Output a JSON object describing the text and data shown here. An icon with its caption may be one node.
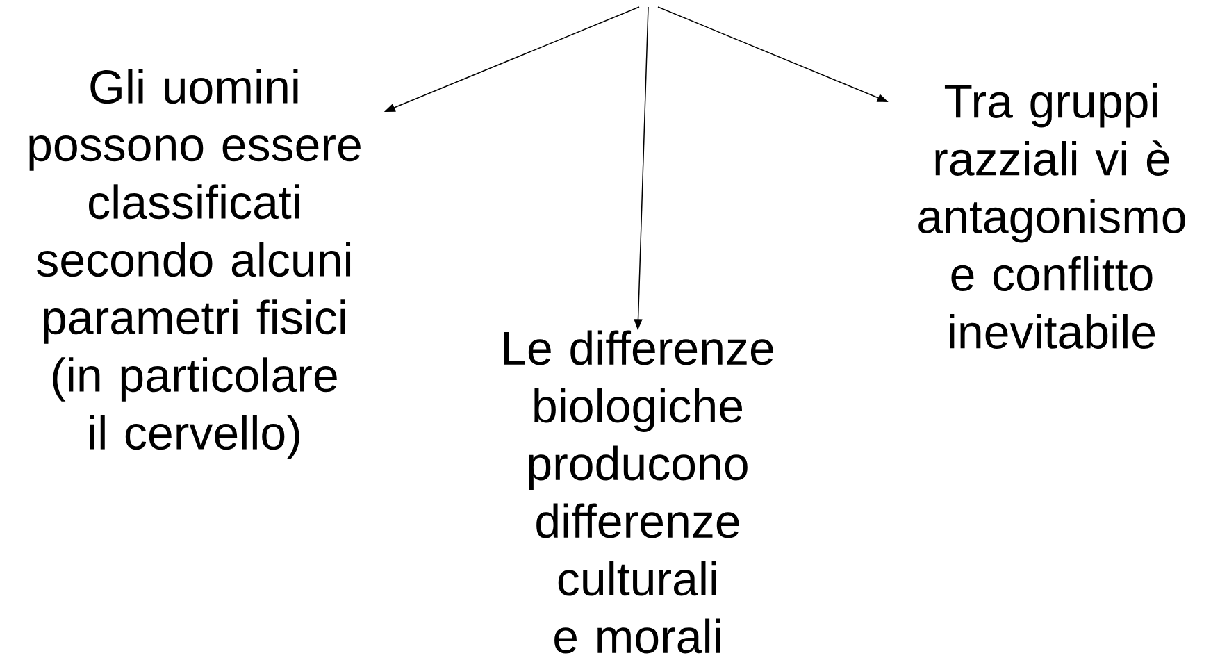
{
  "diagram": {
    "nodes": [
      {
        "text": [
          "Gli uomini possono essere classificati secondo alcuni parametri fisici (in particolare il cervello)"
        ]
      },
      {
        "text": [
          "Le differenze biologiche producono differenze culturali e morali"
        ]
      },
      {
        "text": [
          "Tra gruppi razziali vi è antagonismo e conflitto inevitabile"
        ]
      }
    ],
    "edges": [
      {
        "from": null,
        "to": 0,
        "arrow": "to"
      },
      {
        "from": null,
        "to": 1,
        "arrow": "to"
      },
      {
        "from": null,
        "to": 2,
        "arrow": "to"
      }
    ]
  }
}
